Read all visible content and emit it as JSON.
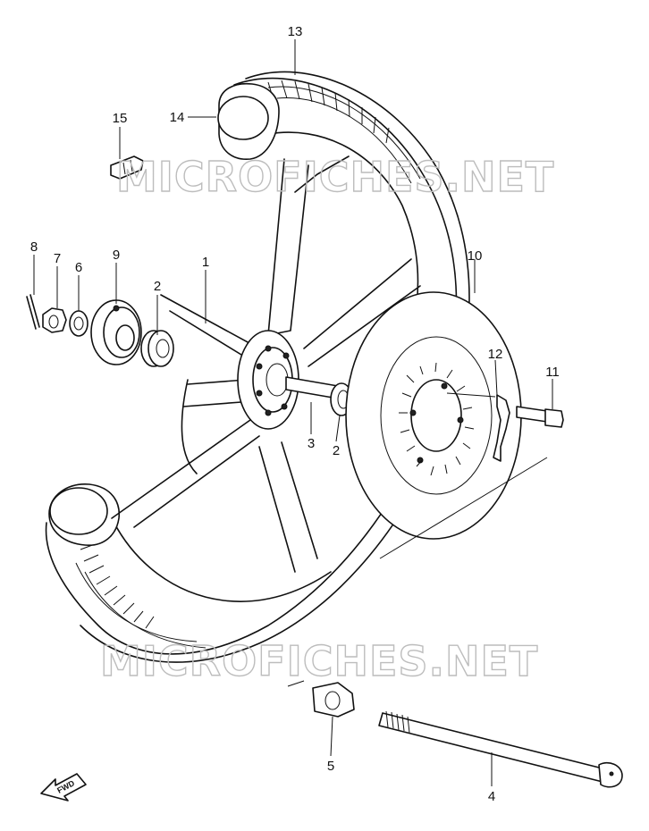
{
  "watermark": "MICROFICHES.NET",
  "direction_label": "FWD",
  "callouts": {
    "c1": "1",
    "c2a": "2",
    "c2b": "2",
    "c3": "3",
    "c4": "4",
    "c5": "5",
    "c6": "6",
    "c7": "7",
    "c8": "8",
    "c9": "9",
    "c10": "10",
    "c11": "11",
    "c12": "12",
    "c13": "13",
    "c14": "14",
    "c15": "15"
  }
}
